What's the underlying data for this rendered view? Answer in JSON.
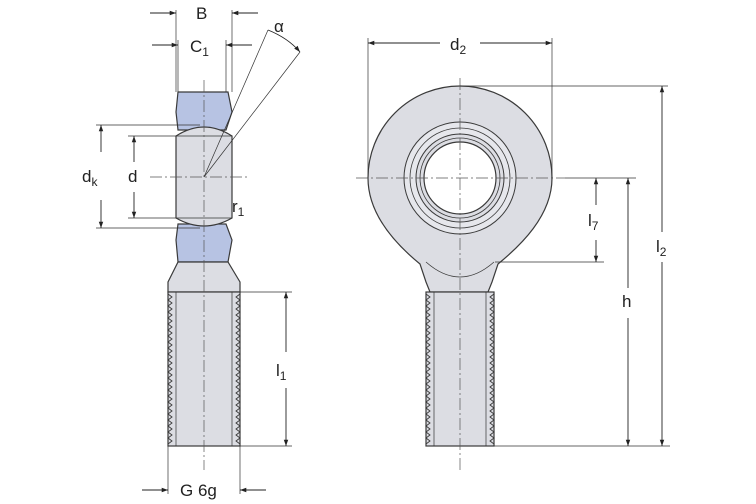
{
  "diagram": {
    "colors": {
      "line": "#222222",
      "bearing_blue": "#b7c3e3",
      "body_fill": "#dcdde3",
      "background": "#ffffff"
    },
    "labels": {
      "B": "B",
      "C1": "C",
      "C1_sub": "1",
      "alpha": "α",
      "dk": "d",
      "dk_sub": "k",
      "d": "d",
      "r1": "r",
      "r1_sub": "1",
      "l1": "l",
      "l1_sub": "1",
      "thread": "G 6g",
      "d2": "d",
      "d2_sub": "2",
      "l7": "l",
      "l7_sub": "7",
      "h": "h",
      "l2": "l",
      "l2_sub": "2"
    }
  }
}
